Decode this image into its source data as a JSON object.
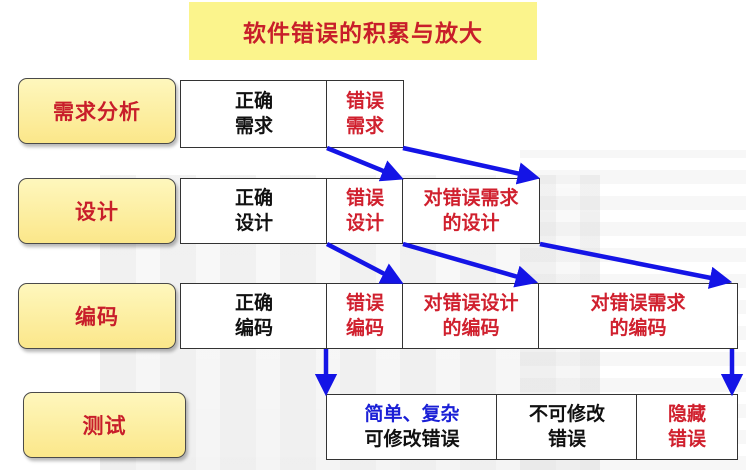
{
  "title": "软件错误的积累与放大",
  "stages": {
    "requirements": "需求分析",
    "design": "设计",
    "coding": "编码",
    "testing": "测试"
  },
  "rows": {
    "requirements": {
      "correct": "正确\n需求",
      "error": "错误\n需求"
    },
    "design": {
      "correct": "正确\n设计",
      "error": "错误\n设计",
      "derived": "对错误需求\n的设计"
    },
    "coding": {
      "correct": "正确\n编码",
      "error": "错误\n编码",
      "derived_design": "对错误设计\n的编码",
      "derived_req": "对错误需求\n的编码"
    },
    "testing": {
      "fixable_top": "简单、复杂",
      "fixable_bottom": "可修改错误",
      "unfixable": "不可修改\n错误",
      "hidden": "隐藏\n错误"
    }
  },
  "colors": {
    "title_bg": "#fbf48c",
    "title_text": "#c81e2a",
    "stage_fill": "#fbe78a",
    "error_text": "#d0202e",
    "arrow": "#1414e6",
    "fixable_text": "#1a1fd6"
  }
}
